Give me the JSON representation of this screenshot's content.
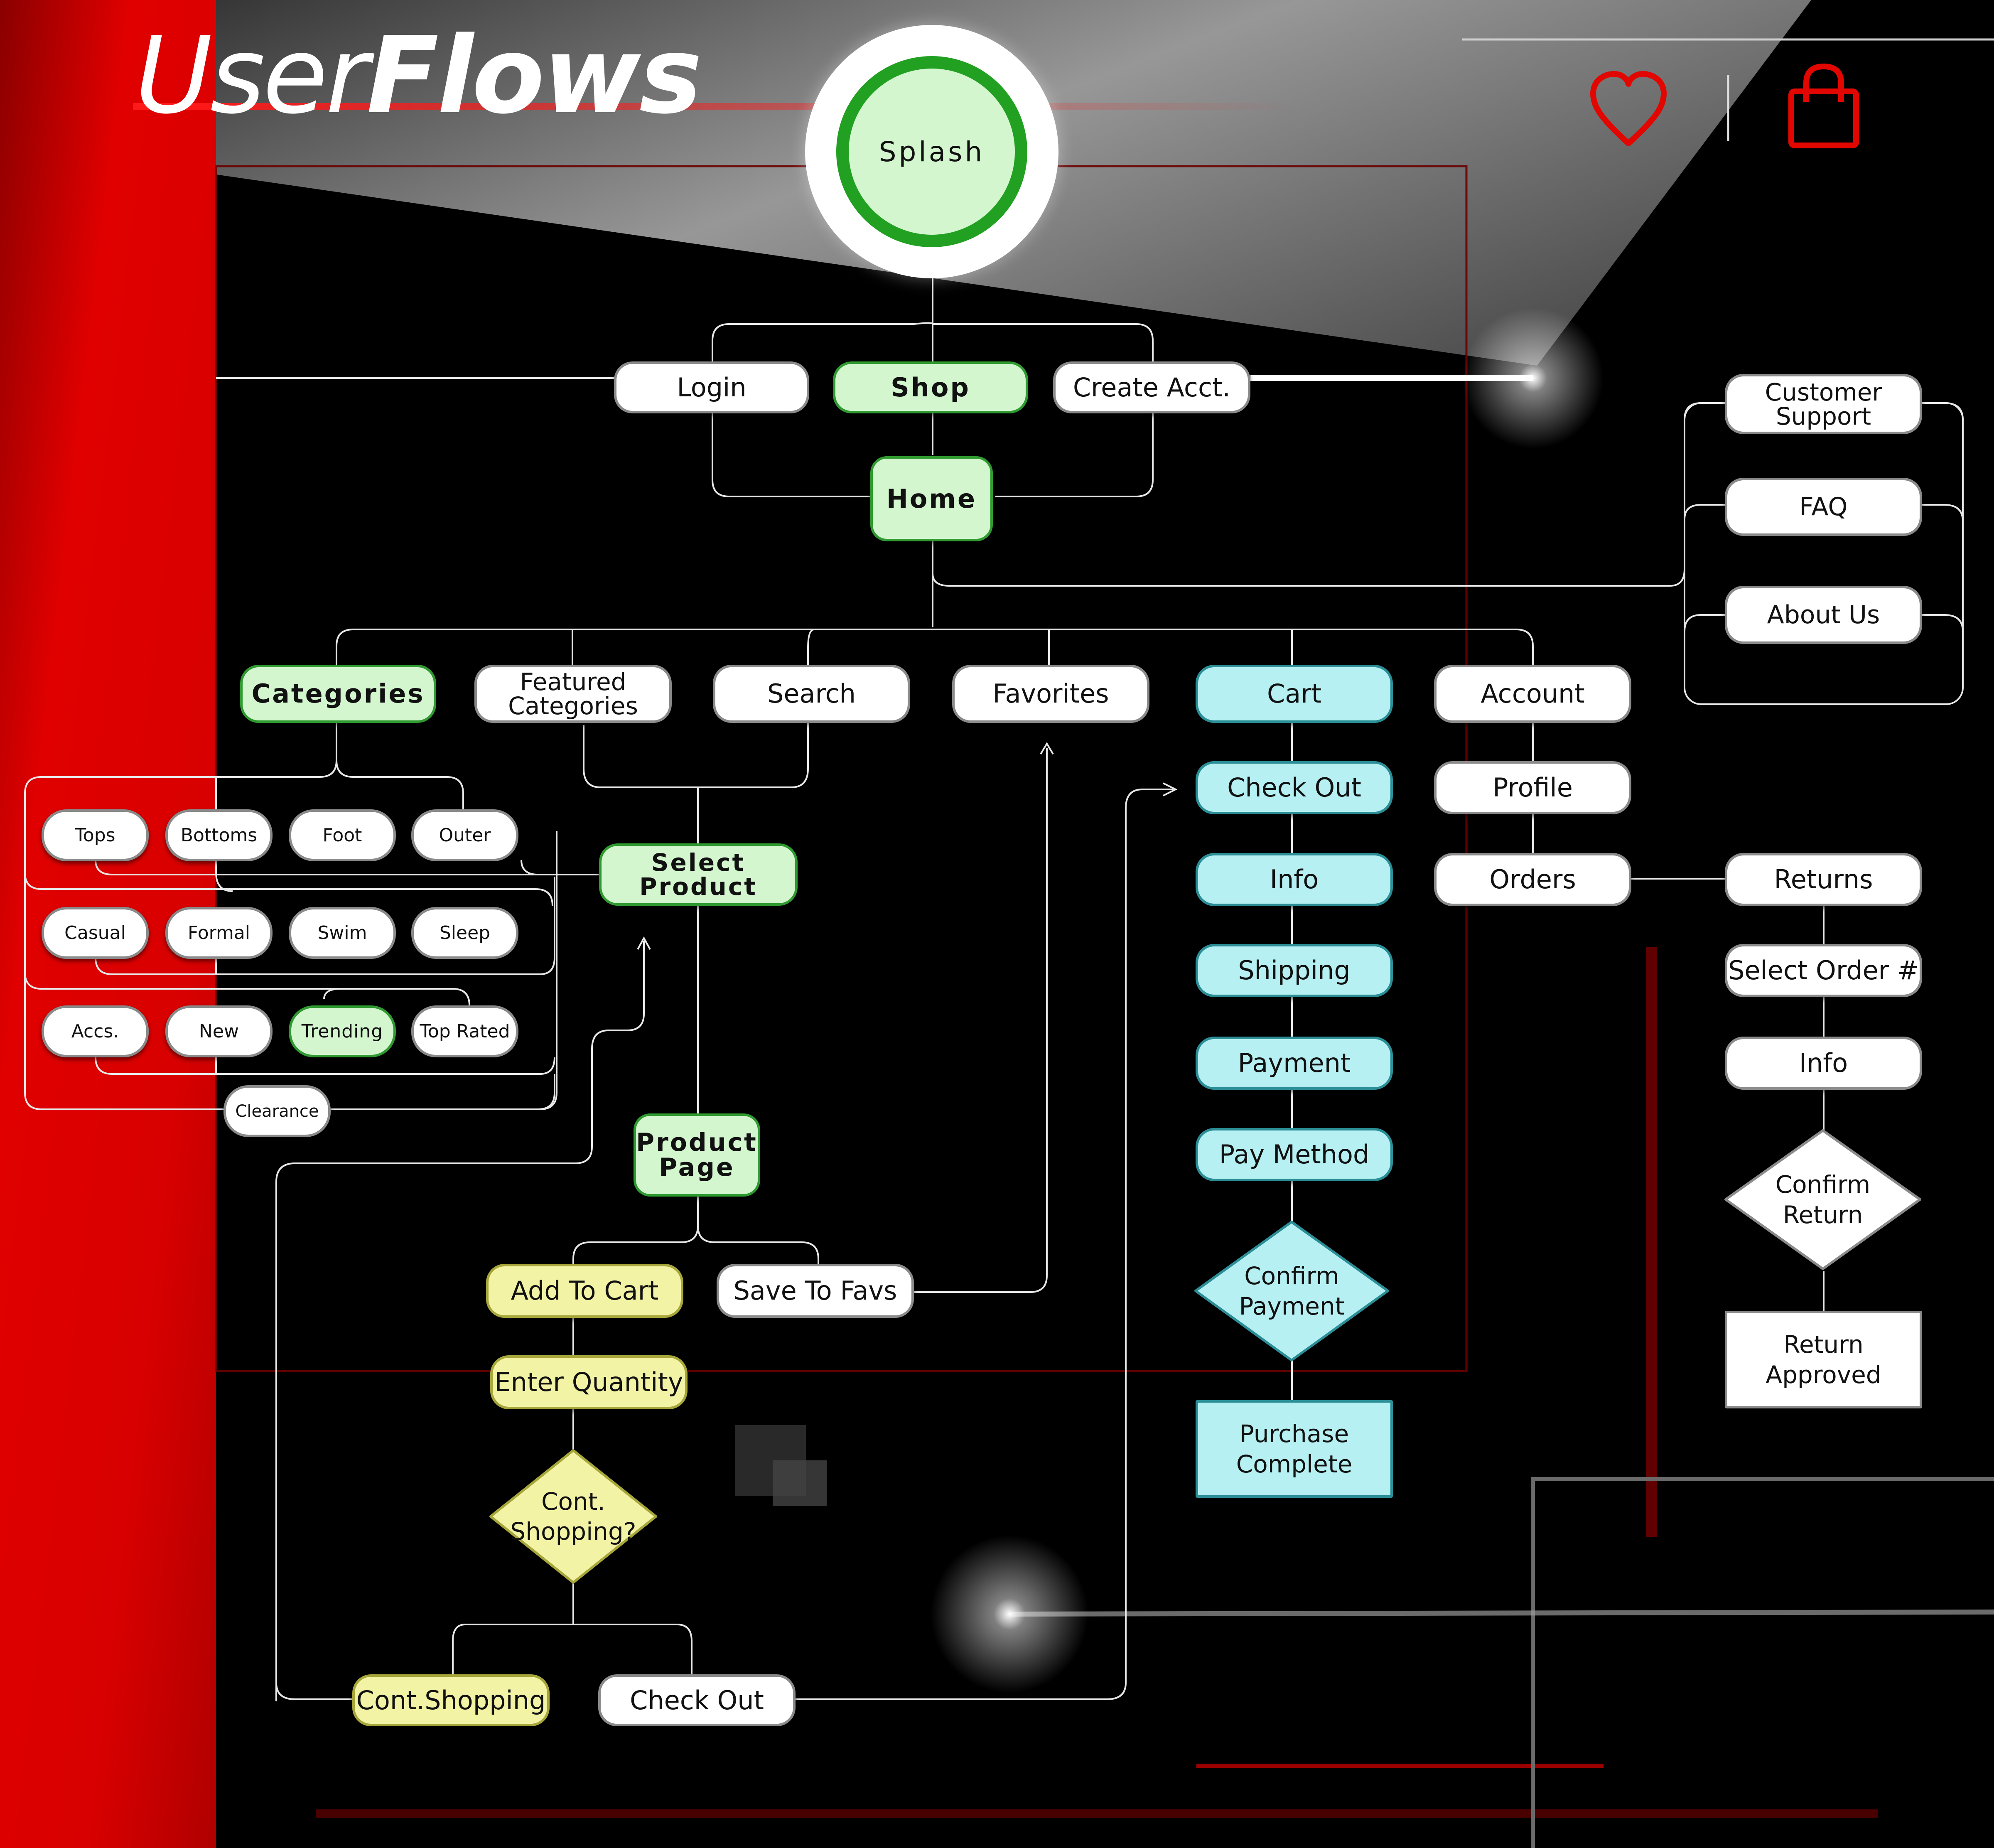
{
  "header": {
    "title_part1": "User",
    "title_part2": "Flows"
  },
  "icons": {
    "left": "heart-icon",
    "right": "shopping-bag-icon"
  },
  "colors": {
    "accent_red": "#e10600",
    "green_fill": "#d3f6cf",
    "green_border": "#2f9a30",
    "cyan_fill": "#b6f0f2",
    "yellow_fill": "#f3f3a6",
    "white": "#ffffff"
  },
  "nodes": {
    "splash": "Splash",
    "login": "Login",
    "shop": "Shop",
    "create_acct": "Create Acct.",
    "home": "Home",
    "customer_support": "Customer\nSupport",
    "faq": "FAQ",
    "about_us": "About Us",
    "categories": "Categories",
    "featured_categories": "Featured\nCategories",
    "search": "Search",
    "favorites": "Favorites",
    "cart": "Cart",
    "account": "Account",
    "tops": "Tops",
    "bottoms": "Bottoms",
    "foot": "Foot",
    "outer": "Outer",
    "casual": "Casual",
    "formal": "Formal",
    "swim": "Swim",
    "sleep": "Sleep",
    "accs": "Accs.",
    "new": "New",
    "trending": "Trending",
    "top_rated": "Top Rated",
    "clearance": "Clearance",
    "select_product": "Select\nProduct",
    "product_page": "Product\nPage",
    "add_to_cart": "Add To Cart",
    "save_to_favs": "Save To Favs",
    "enter_quantity": "Enter Quantity",
    "cont_shopping_q": "Cont.\nShopping?",
    "cont_shopping": "Cont.Shopping",
    "check_out_bottom": "Check Out",
    "check_out": "Check Out",
    "info": "Info",
    "shipping": "Shipping",
    "payment": "Payment",
    "pay_method": "Pay Method",
    "confirm_payment": "Confirm\nPayment",
    "purchase_complete": "Purchase\nComplete",
    "profile": "Profile",
    "orders": "Orders",
    "returns": "Returns",
    "select_order": "Select Order #",
    "return_info": "Info",
    "confirm_return": "Confirm\nReturn",
    "return_approved": "Return\nApproved"
  }
}
